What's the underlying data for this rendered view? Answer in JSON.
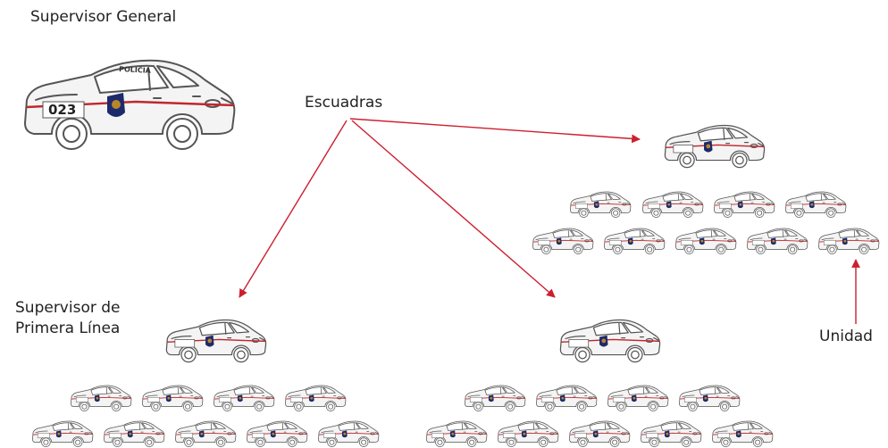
{
  "labels": {
    "supervisor_general": "Supervisor General",
    "escuadras": "Escuadras",
    "supervisor_primera_linea_1": "Supervisor de",
    "supervisor_primera_linea_2": "Primera Línea",
    "unidad": "Unidad"
  },
  "car": {
    "unit_number": "023",
    "roof_text": "POLICIA"
  },
  "colors": {
    "arrow": "#cc1f2f",
    "stripe": "#c0272d",
    "outline": "#555555",
    "car_fill": "#f4f4f4",
    "badge": "#1d2a6b",
    "badge_inner": "#b8862a"
  },
  "diagram": {
    "squads": 3,
    "units_per_squad": 9,
    "units_per_row": [
      4,
      5
    ]
  }
}
